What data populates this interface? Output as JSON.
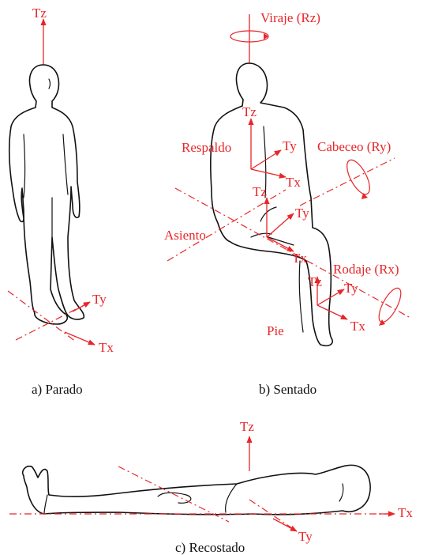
{
  "colors": {
    "axis": "#e8262a",
    "body": "#111111",
    "background": "#ffffff"
  },
  "standing": {
    "axis_tz": "Tz",
    "axis_ty": "Ty",
    "axis_tx": "Tx",
    "caption": "a) Parado"
  },
  "seated": {
    "rot_z": "Viraje (Rz)",
    "rot_y": "Cabeceo (Ry)",
    "rot_x": "Rodaje (Rx)",
    "backrest": {
      "label": "Respaldo",
      "tz": "Tz",
      "ty": "Ty",
      "tx": "Tx"
    },
    "seat": {
      "label": "Asiento",
      "tz": "Tz",
      "ty": "Ty",
      "tx": "Tx"
    },
    "foot": {
      "label": "Pie",
      "tz": "Tz",
      "ty": "Ty",
      "tx": "Tx"
    },
    "caption": "b) Sentado"
  },
  "reclined": {
    "axis_tz": "Tz",
    "axis_ty": "Ty",
    "axis_tx": "Tx",
    "caption": "c) Recostado"
  }
}
